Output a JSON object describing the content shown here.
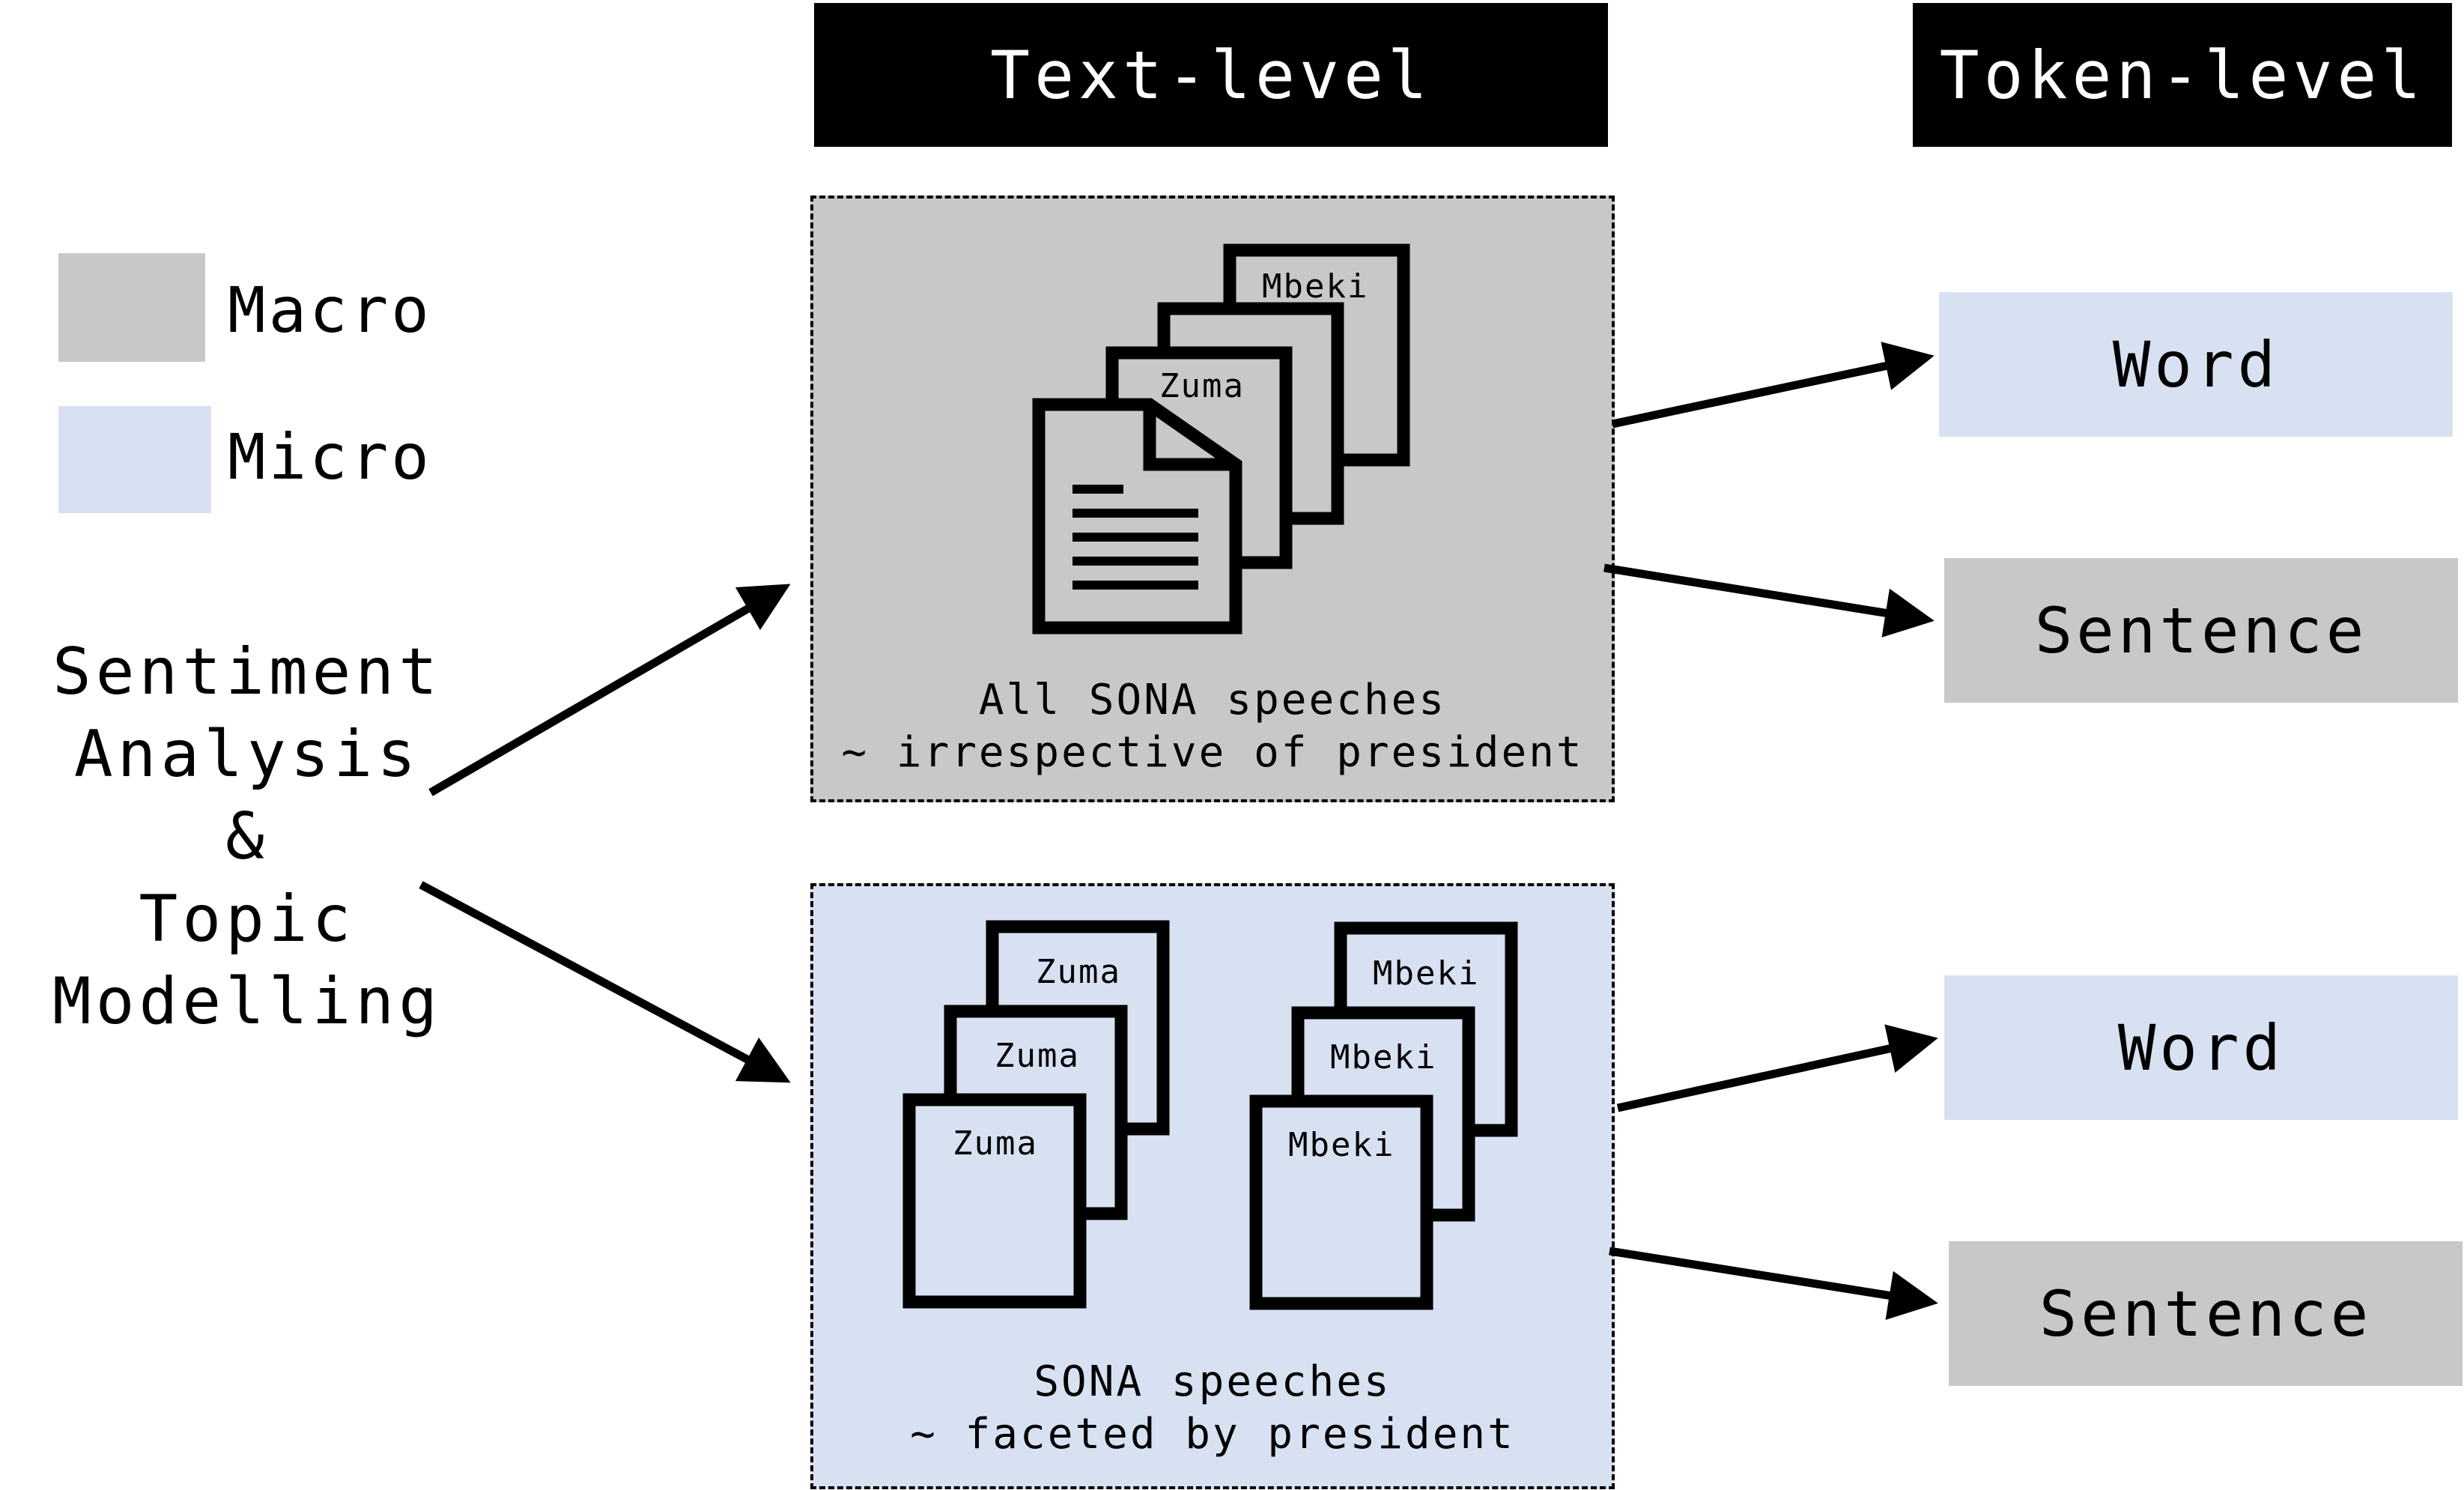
{
  "headers": {
    "text_level": "Text-level",
    "token_level": "Token-level"
  },
  "legend": [
    {
      "label": "Macro",
      "color": "#c8c8c8"
    },
    {
      "label": "Micro",
      "color": "#d8e1f2"
    }
  ],
  "main_label": [
    "Sentiment",
    "Analysis",
    "&",
    "Topic",
    "Modelling"
  ],
  "macro_panel": {
    "caption": [
      "All SONA speeches",
      "~ irrespective of president"
    ],
    "doc_labels": [
      "Mbeki",
      "Zuma"
    ]
  },
  "micro_panel": {
    "caption": [
      "SONA speeches",
      "~ faceted by president"
    ],
    "zuma_labels": [
      "Zuma",
      "Zuma",
      "Zuma"
    ],
    "mbeki_labels": [
      "Mbeki",
      "Mbeki",
      "Mbeki"
    ]
  },
  "token_boxes": {
    "macro_word": "Word",
    "macro_sentence": "Sentence",
    "micro_word": "Word",
    "micro_sentence": "Sentence"
  },
  "colors": {
    "macro": "#c8c8c8",
    "micro": "#d8e1f2",
    "header_bg": "#000000"
  }
}
